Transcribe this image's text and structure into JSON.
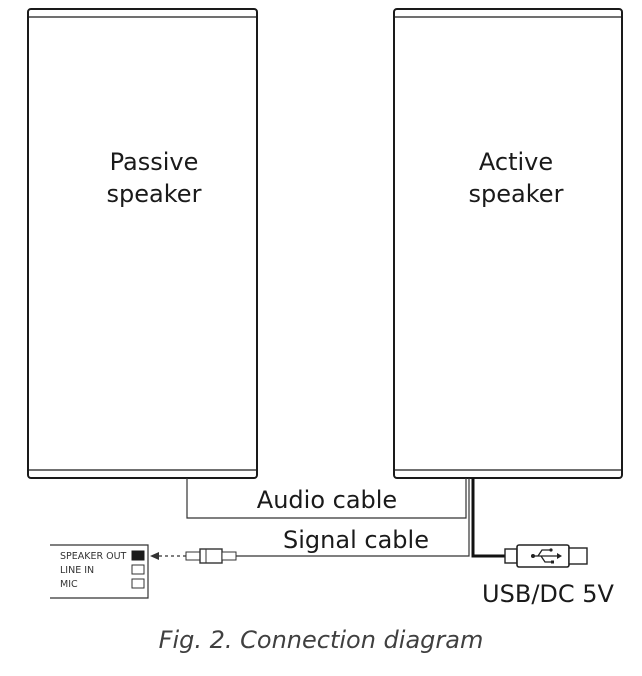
{
  "passive_speaker": {
    "label_line1": "Passive",
    "label_line2": "speaker"
  },
  "active_speaker": {
    "label_line1": "Active",
    "label_line2": "speaker"
  },
  "cables": {
    "audio": "Audio cable",
    "signal": "Signal cable",
    "power": "USB/DC 5V"
  },
  "panel": {
    "speaker_out": "SPEAKER OUT",
    "line_in": "LINE IN",
    "mic": "MIC"
  },
  "caption": "Fig. 2. Connection diagram"
}
